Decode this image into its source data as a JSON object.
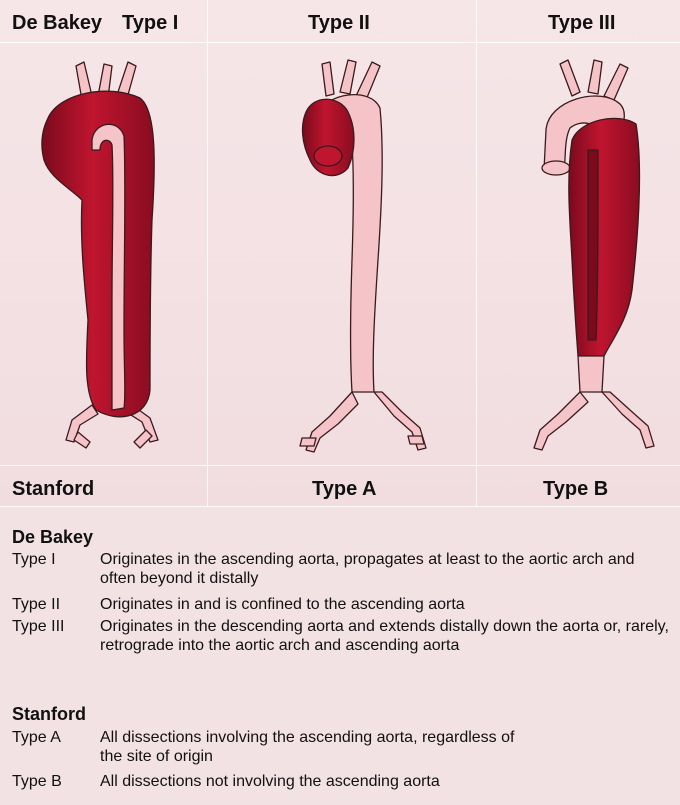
{
  "header": {
    "debakey_label": "De Bakey",
    "type1": "Type I",
    "type2": "Type II",
    "type3": "Type III"
  },
  "footer_row": {
    "stanford_label": "Stanford",
    "typeA": "Type A",
    "typeB": "Type B"
  },
  "legend": {
    "debakey": {
      "title": "De Bakey",
      "rows": [
        {
          "label": "Type I",
          "desc": "Originates in the ascending aorta, propagates at least to the aortic arch and often beyond it distally"
        },
        {
          "label": "Type II",
          "desc": "Originates in and is confined to the ascending aorta"
        },
        {
          "label": "Type III",
          "desc": "Originates in the descending aorta and extends distally down the aorta or, rarely, retrograde into the aortic arch and ascending aorta"
        }
      ]
    },
    "stanford": {
      "title": "Stanford",
      "rows": [
        {
          "label": "Type A",
          "desc": "All dissections involving the ascending aorta, regardless of the site of origin"
        },
        {
          "label": "Type B",
          "desc": "All dissections not involving the ascending aorta"
        }
      ]
    }
  },
  "colors": {
    "background": "#f3e2e4",
    "vessel": "#f4c4c8",
    "dissection": "#b0102a",
    "dissection_dark": "#7a0a1c",
    "outline": "#3a1a1c"
  }
}
